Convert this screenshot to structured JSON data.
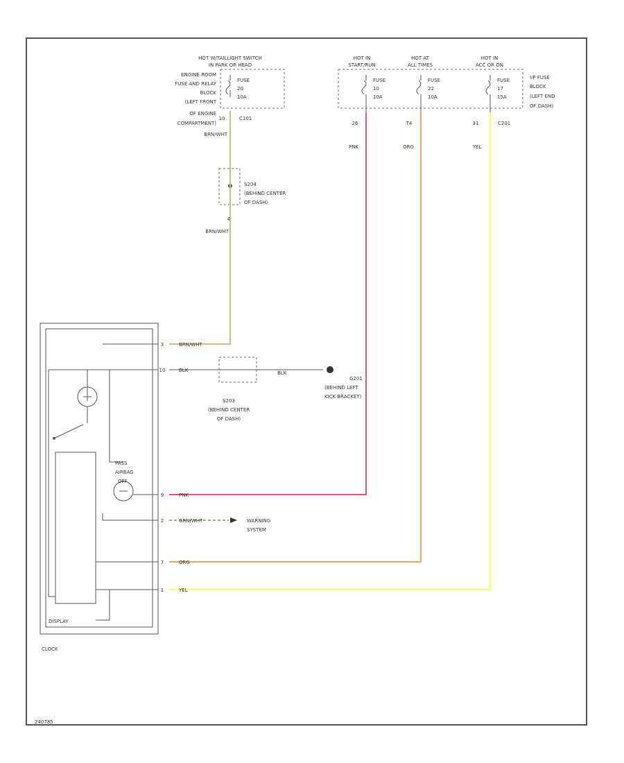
{
  "colors": {
    "brn_wht": "#d9b978",
    "pnk": "#f0507a",
    "org": "#f4a35a",
    "yel": "#ffff4d",
    "grn_wht": "#6a9a4a",
    "line": "#555555"
  },
  "fuse_headlight": {
    "hot_label_1": "HOT W/TAILLIGHT SWITCH",
    "hot_label_2": "IN PARK OR HEAD",
    "fuse_line1": "FUSE",
    "fuse_line2": "20",
    "fuse_line3": "10A",
    "location_1": "ENGINE ROOM",
    "location_2": "FUSE AND RELAY",
    "location_3": "BLOCK",
    "location_4": "(LEFT FRONT",
    "location_5": "OF ENGINE",
    "location_6": "COMPARTMENT)",
    "pin": "10",
    "connector": "C101",
    "wire": "BRN/WHT"
  },
  "fuse_block": {
    "col1_hot_1": "HOT IN",
    "col1_hot_2": "START/RUN",
    "col1_fuse1": "FUSE",
    "col1_fuse2": "10",
    "col1_fuse3": "10A",
    "col2_hot_1": "HOT AT",
    "col2_hot_2": "ALL TIMES",
    "col2_fuse1": "FUSE",
    "col2_fuse2": "22",
    "col2_fuse3": "10A",
    "col3_hot_1": "HOT IN",
    "col3_hot_2": "ACC OR ON",
    "col3_fuse1": "FUSE",
    "col3_fuse2": "17",
    "col3_fuse3": "15A",
    "location_1": "I/P FUSE",
    "location_2": "BLOCK",
    "location_3": "(LEFT END",
    "location_4": "OF DASH)",
    "pin_1": "26",
    "pin_2": "T4",
    "pin_3": "31",
    "connector": "C201",
    "wire_1": "PNK",
    "wire_2": "ORG",
    "wire_3": "YEL"
  },
  "splice_s204": {
    "name": "S204",
    "desc_1": "(BEHIND CENTER",
    "desc_2": "OF DASH)",
    "wire": "BRN/WHT"
  },
  "clock": {
    "title": "CLOCK",
    "display_label": "DISPLAY",
    "pass_airbag_1": "PASS",
    "pass_airbag_2": "AIRBAG",
    "pass_airbag_3": "OFF",
    "pin_1": "3",
    "wire_1": "BRN/WHT",
    "pin_2": "10",
    "wire_2": "BLK",
    "pin_3": "9",
    "wire_3": "PNK",
    "pin_4": "2",
    "wire_4": "GRN/WHT",
    "pin_5": "7",
    "wire_5": "ORG",
    "pin_6": "1",
    "wire_6": "YEL"
  },
  "ground": {
    "splice_name": "S203",
    "splice_desc_1": "(BEHIND CENTER",
    "splice_desc_2": "OF DASH)",
    "wire": "BLK",
    "ground_name": "G201",
    "ground_desc_1": "(BEHIND LEFT",
    "ground_desc_2": "KICK BRACKET)"
  },
  "warning": {
    "line_1": "WARNING",
    "line_2": "SYSTEM"
  },
  "footer": {
    "code": "240785"
  }
}
